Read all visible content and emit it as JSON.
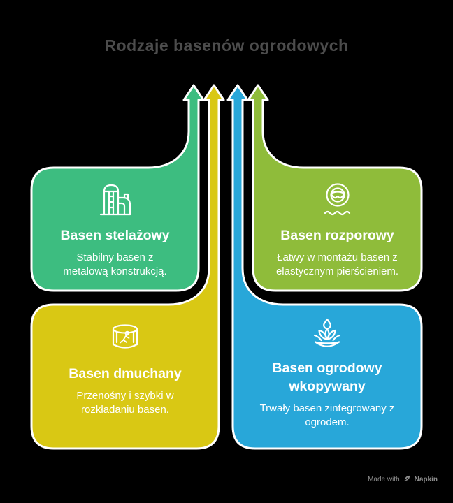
{
  "title": "Rodzaje basenów ogrodowych",
  "colors": {
    "background": "#000000",
    "title_text": "#4C4C4C",
    "card_text": "#FFFFFF",
    "outline": "#FFFFFF",
    "footer_text": "#8D8D8D"
  },
  "cards": [
    {
      "id": "stelazowy",
      "color": "#3DBD80",
      "icon": "frame-pool-tower-icon",
      "title_lines": [
        "Basen stelażowy"
      ],
      "desc_lines": [
        "Stabilny basen z",
        "metalową konstrukcją."
      ]
    },
    {
      "id": "rozporowy",
      "color": "#8FBC3A",
      "icon": "pool-ring-icon",
      "title_lines": [
        "Basen rozporowy"
      ],
      "desc_lines": [
        "Łatwy w montażu basen z",
        "elastycznym pierścieniem."
      ]
    },
    {
      "id": "dmuchany",
      "color": "#D9C814",
      "icon": "inflatable-pool-icon",
      "title_lines": [
        "Basen dmuchany"
      ],
      "desc_lines": [
        "Przenośny i szybki w",
        "rozkładaniu basen."
      ]
    },
    {
      "id": "wkopywany",
      "color": "#28A7D9",
      "icon": "garden-pool-icon",
      "title_lines": [
        "Basen ogrodowy",
        "wkopywany"
      ],
      "desc_lines": [
        "Trwały basen zintegrowany z",
        "ogrodem."
      ]
    }
  ],
  "footer": {
    "made_with": "Made with",
    "brand": "Napkin"
  }
}
